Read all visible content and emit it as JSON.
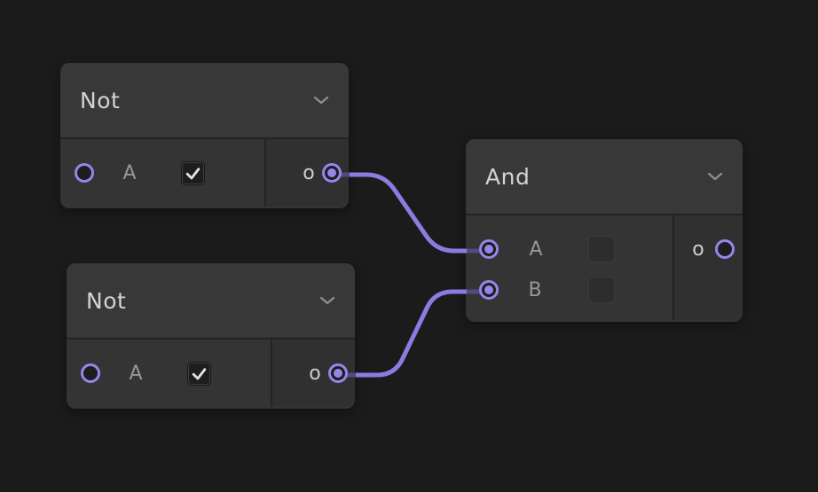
{
  "colors": {
    "canvas_background": "#1b1b1b",
    "accent_purple": "#9486ea",
    "wire_purple": "#8c7be0",
    "wire_dim_purple": "#55497e"
  },
  "nodes": [
    {
      "title": "Not",
      "chevron_icon": "chevron-down-icon",
      "inputs": [
        {
          "label": "A",
          "connected": false,
          "checked": true
        }
      ],
      "outputs": [
        {
          "label": "o",
          "connected": true
        }
      ]
    },
    {
      "title": "Not",
      "chevron_icon": "chevron-down-icon",
      "inputs": [
        {
          "label": "A",
          "connected": false,
          "checked": true
        }
      ],
      "outputs": [
        {
          "label": "o",
          "connected": true
        }
      ]
    },
    {
      "title": "And",
      "chevron_icon": "chevron-down-icon",
      "inputs": [
        {
          "label": "A",
          "connected": true
        },
        {
          "label": "B",
          "connected": true
        }
      ],
      "outputs": [
        {
          "label": "o",
          "connected": false
        }
      ]
    }
  ],
  "connections": [
    {
      "from": "not-1 output o",
      "to": "and-1 input A"
    },
    {
      "from": "not-2 output o",
      "to": "and-1 input B"
    }
  ]
}
